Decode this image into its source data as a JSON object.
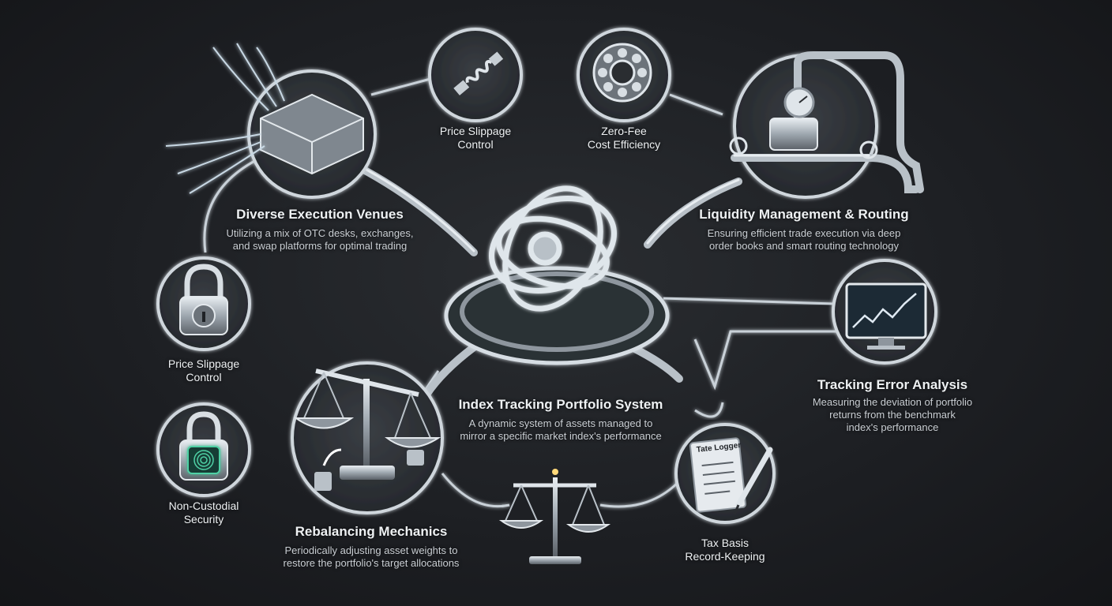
{
  "center": {
    "title": "Index Tracking Portfolio System",
    "description_line1": "A dynamic system of assets managed to",
    "description_line2": "mirror a specific market index's performance"
  },
  "nodes": {
    "diverse_venues": {
      "title": "Diverse Execution Venues",
      "line1": "Utilizing a mix of OTC desks, exchanges,",
      "line2": "and swap platforms for optimal trading",
      "icon": "junction-box-icon"
    },
    "price_slippage_top": {
      "line1": "Price Slippage",
      "line2": "Control",
      "icon": "shock-absorber-icon"
    },
    "zero_fee": {
      "line1": "Zero-Fee",
      "line2": "Cost Efficiency",
      "icon": "bearing-icon"
    },
    "liquidity": {
      "title": "Liquidity Management & Routing",
      "line1": "Ensuring efficient trade execution via deep",
      "line2": "order books and smart routing technology",
      "icon": "pipes-gauge-icon"
    },
    "price_slippage_left": {
      "line1": "Price Slippage",
      "line2": "Control",
      "icon": "padlock-icon"
    },
    "tracking_error": {
      "title": "Tracking Error Analysis",
      "line1": "Measuring the deviation of portfolio",
      "line2": "returns from the benchmark",
      "line3": "index's performance",
      "icon": "monitor-chart-icon"
    },
    "non_custodial": {
      "line1": "Non-Custodial",
      "line2": "Security",
      "icon": "fingerprint-lock-icon"
    },
    "rebalancing": {
      "title": "Rebalancing Mechanics",
      "line1": "Periodically adjusting asset weights to",
      "line2": "restore the portfolio's target allocations",
      "icon": "balance-scale-icon"
    },
    "tax_basis": {
      "line1": "Tax Basis",
      "line2": "Record-Keeping",
      "icon": "scroll-pen-icon",
      "scroll_label": "Tate Logger"
    }
  },
  "colors": {
    "background": "#1d1f23",
    "line": "#c9d1d8",
    "text": "#eef1f3",
    "accent_green": "#4fd1a5"
  }
}
